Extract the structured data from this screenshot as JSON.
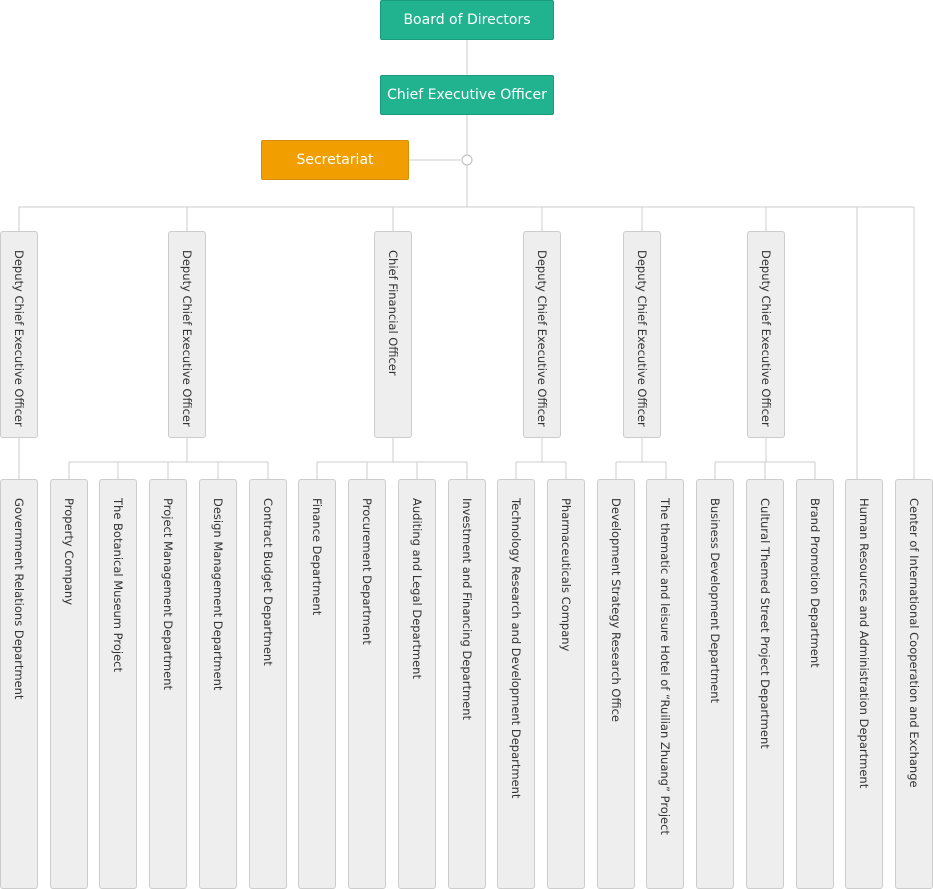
{
  "board": "Board of Directors",
  "ceo": "Chief Executive Officer",
  "secretariat": "Secretariat",
  "colors": {
    "top": "#21b38f",
    "secretariat": "#f09e00",
    "box": "#eeeeee",
    "line": "#cccccc"
  },
  "level2": [
    "Deputy Chief Executive Officer",
    "Deputy Chief Executive Officer",
    "Chief Financial Officer",
    "Deputy Chief Executive Officer",
    "Deputy Chief Executive Officer",
    "Deputy Chief Executive Officer"
  ],
  "level3": [
    "Government Relations Department",
    "Property Company",
    "The Botanical Museum Project",
    "Project Management Department",
    "Design Management Department",
    "Contract Budget Department",
    "Finance Department",
    "Procurement Department",
    "Auditing and Legal Department",
    "Investment and Financing Department",
    "Technology Research and Development Department",
    "Pharmaceuticals Company",
    "Development  Strategy Research Office",
    "The thematic and leisure Hotel of “Ruilian Zhuang” Project",
    "Business Development Department",
    "Cultural Themed Street Project Department",
    "Brand Promotion Department",
    "Human Resources and Administration Department",
    "Center of International Cooperation and Exchange"
  ]
}
